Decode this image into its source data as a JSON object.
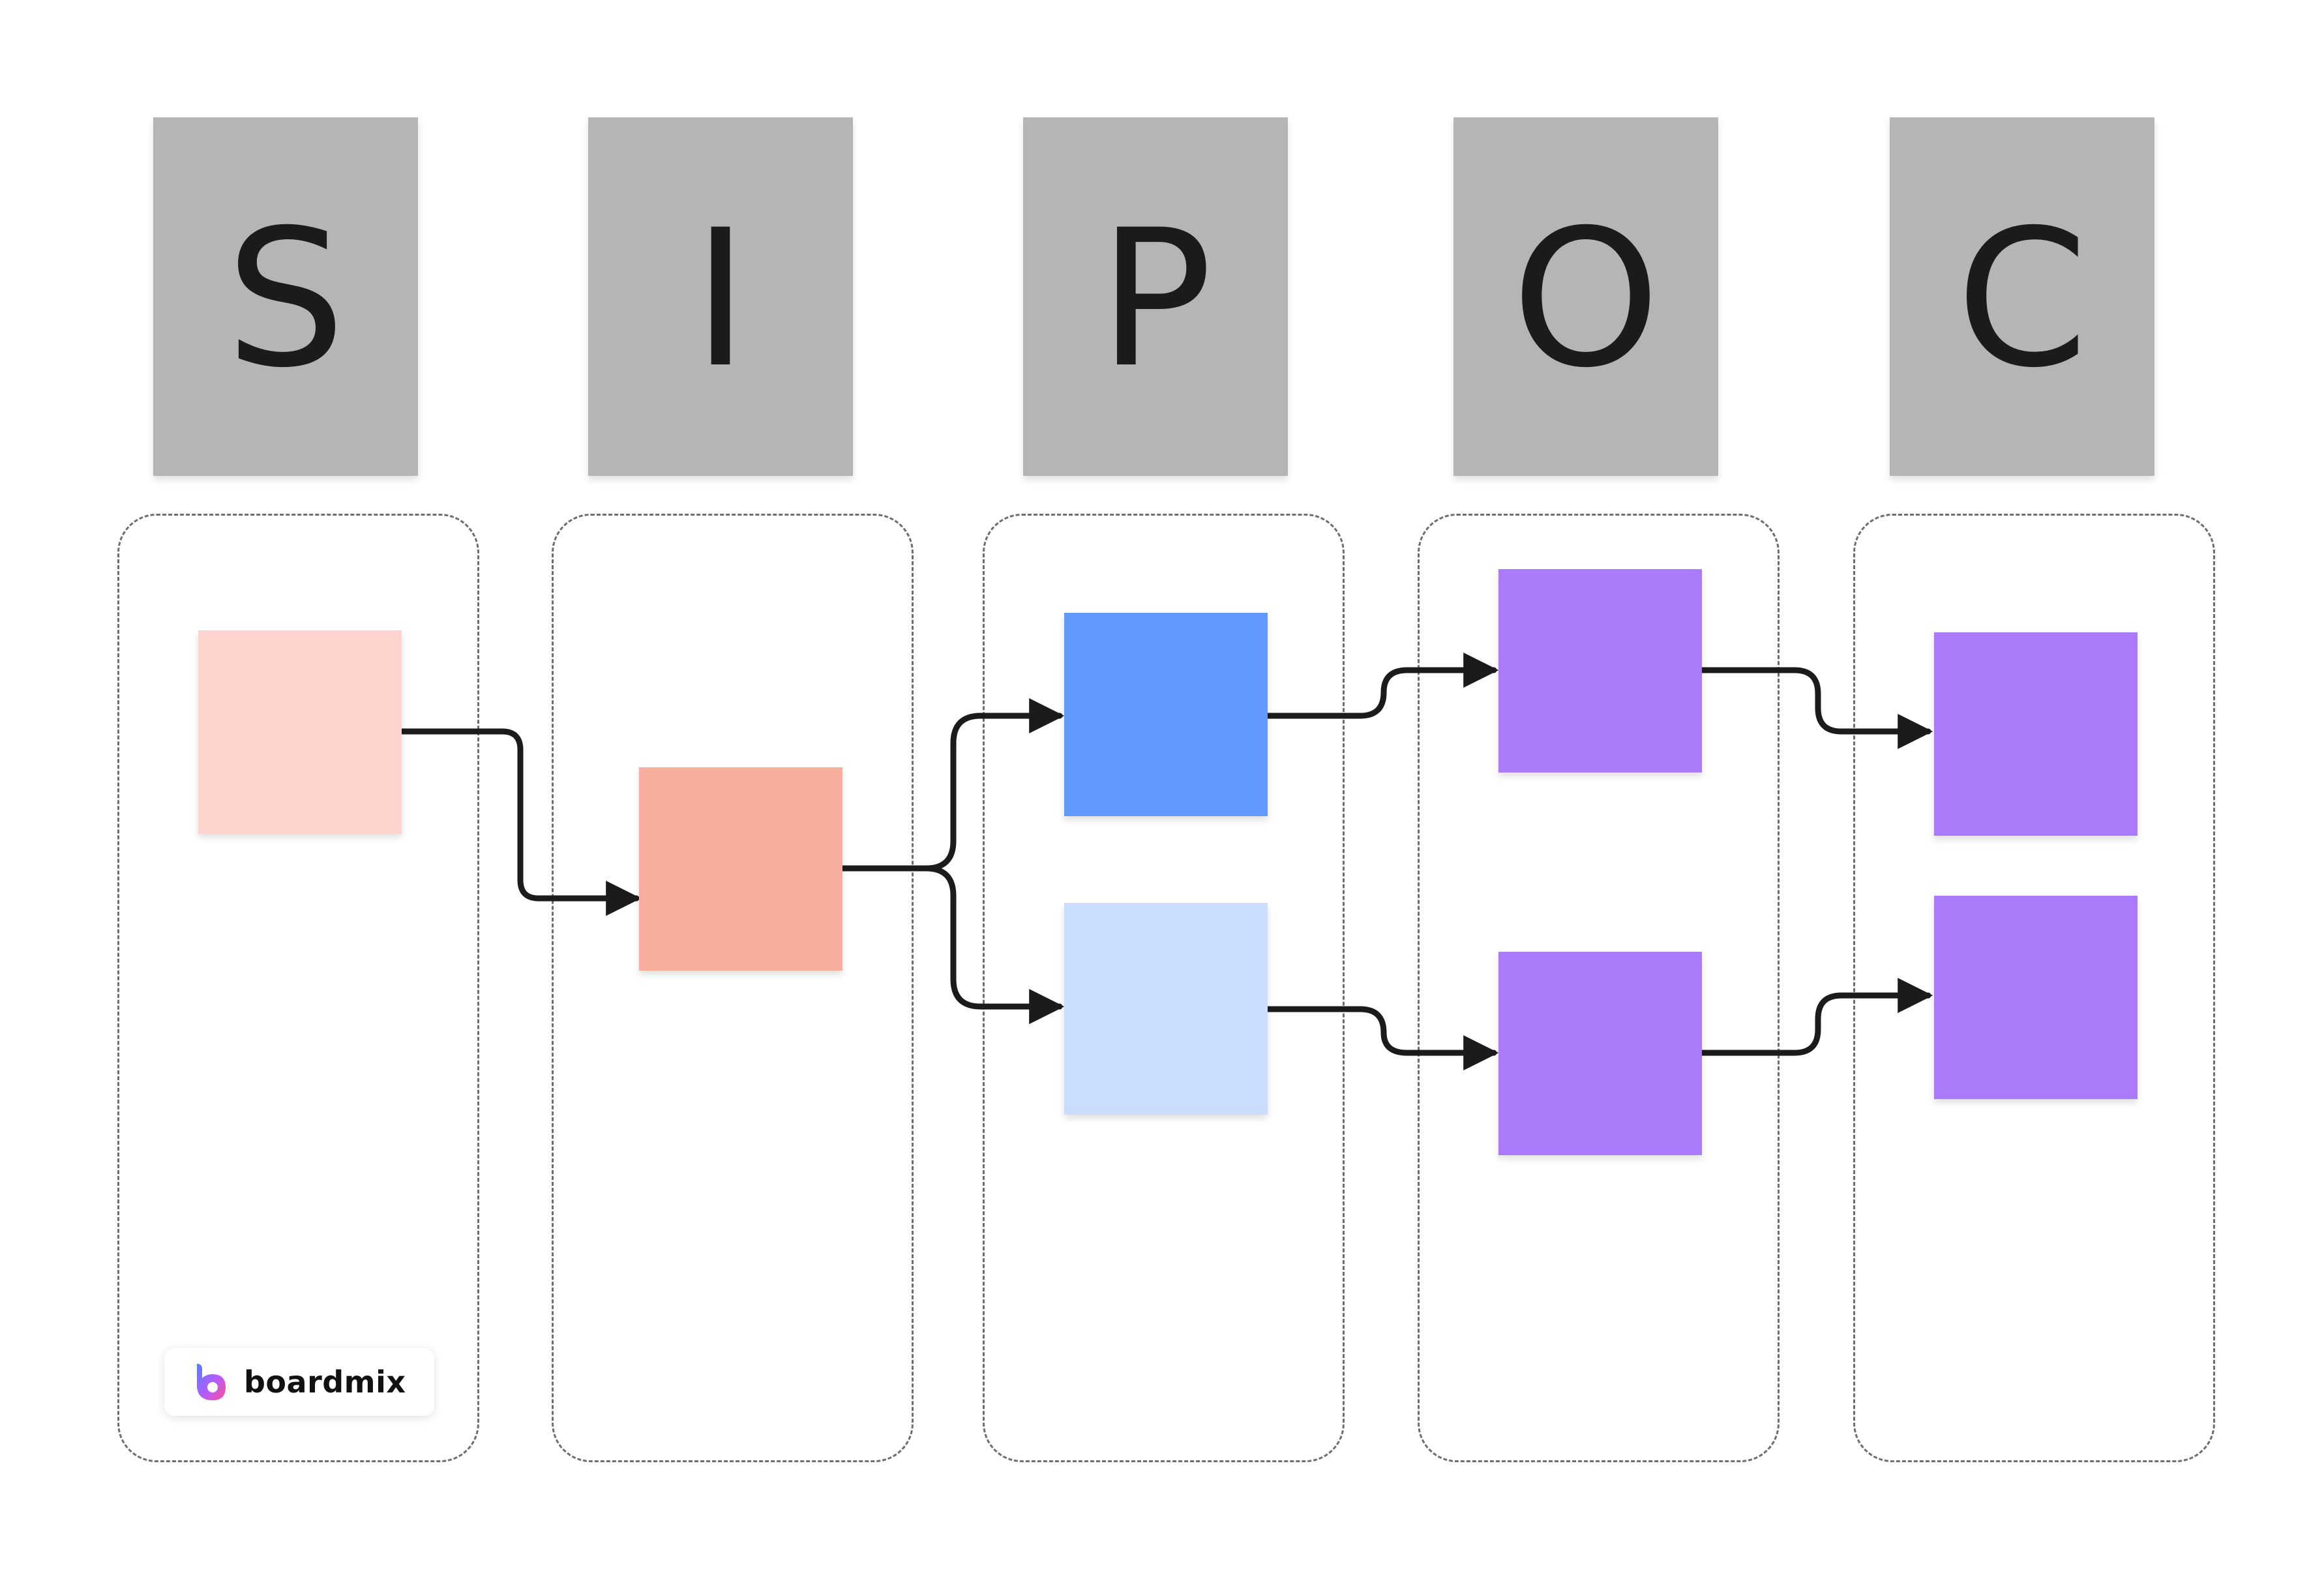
{
  "headers": [
    "S",
    "I",
    "P",
    "O",
    "C"
  ],
  "nodes": {
    "supplier": {
      "color": "#ffd3ce"
    },
    "input": {
      "color": "#f7ae9d"
    },
    "process_top": {
      "color": "#6199fd"
    },
    "process_bottom": {
      "color": "#cbddff"
    },
    "output_top": {
      "color": "#a97bfa"
    },
    "output_bottom": {
      "color": "#a97bfa"
    },
    "customer_top": {
      "color": "#a97bfa"
    },
    "customer_bottom": {
      "color": "#a97bfa"
    }
  },
  "colors": {
    "header_bg": "#b5b5b5",
    "header_text": "#1b1b1b",
    "lane_border": "#6e6e6e",
    "connector": "#1b1b1b"
  },
  "brand": {
    "name": "boardmix",
    "logo_icon": "boardmix-logo-icon"
  }
}
